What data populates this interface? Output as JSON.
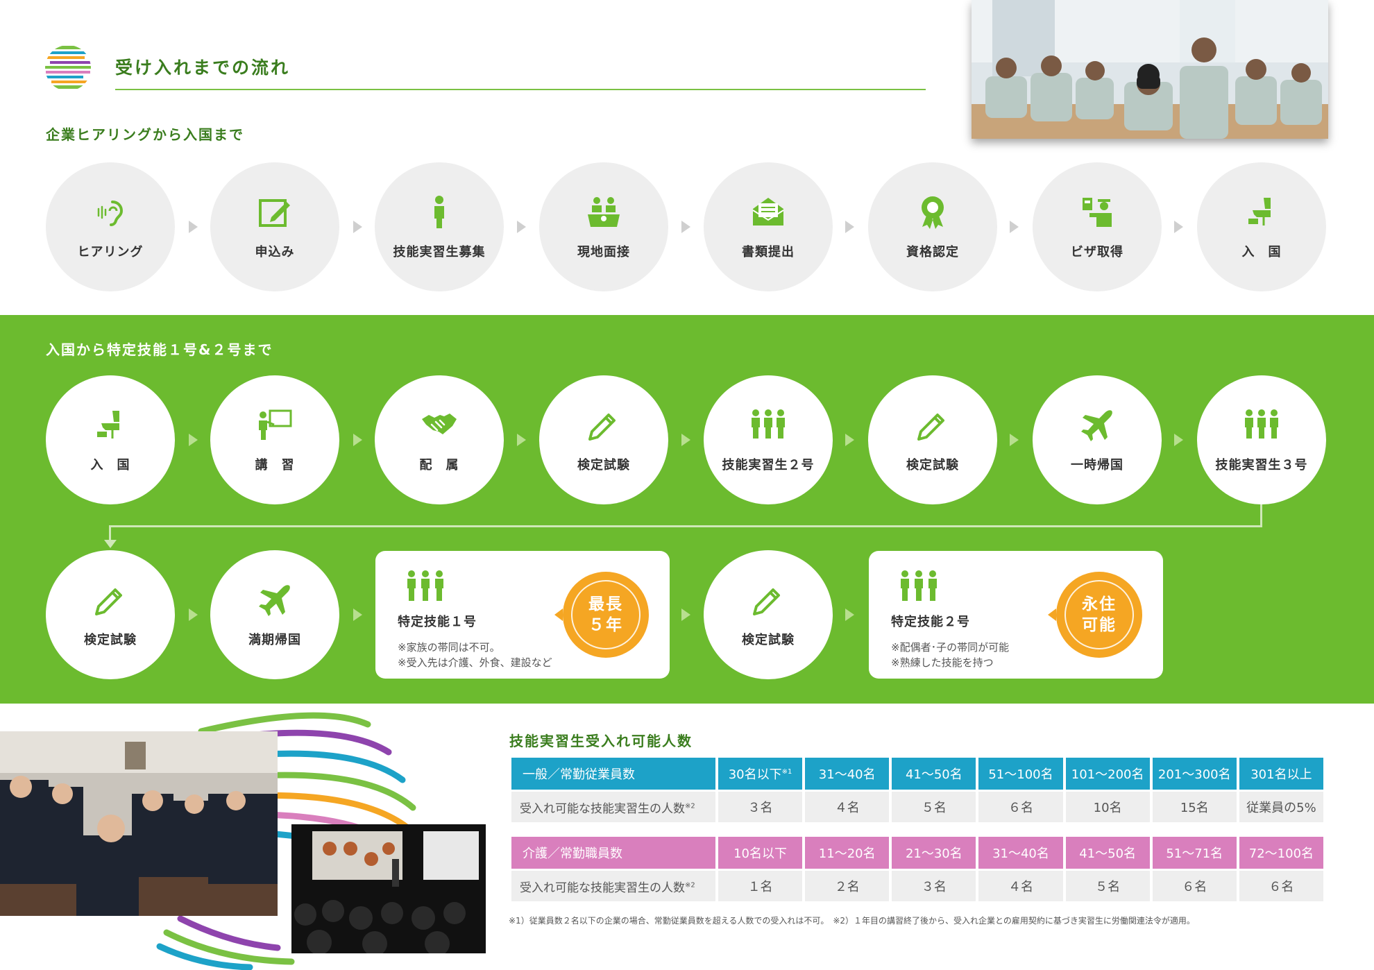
{
  "header": {
    "title": "受け入れまでの流れ",
    "subtitle_1": "企業ヒアリングから入国まで",
    "subtitle_2": "入国から特定技能１号&２号まで"
  },
  "flow1": [
    {
      "label": "ヒアリング",
      "icon": "ear-icon"
    },
    {
      "label": "申込み",
      "icon": "edit-icon"
    },
    {
      "label": "技能実習生募集",
      "icon": "person-icon"
    },
    {
      "label": "現地面接",
      "icon": "interview-icon"
    },
    {
      "label": "書類提出",
      "icon": "envelope-icon"
    },
    {
      "label": "資格認定",
      "icon": "award-icon"
    },
    {
      "label": "ビザ取得",
      "icon": "officer-icon"
    },
    {
      "label": "入　国",
      "icon": "seat-icon"
    }
  ],
  "flow2": [
    {
      "label": "入　国",
      "icon": "seat-icon"
    },
    {
      "label": "講　習",
      "icon": "lecture-icon"
    },
    {
      "label": "配　属",
      "icon": "handshake-icon"
    },
    {
      "label": "検定試験",
      "icon": "pencil-icon"
    },
    {
      "label": "技能実習生２号",
      "icon": "group-icon"
    },
    {
      "label": "検定試験",
      "icon": "pencil-icon"
    },
    {
      "label": "一時帰国",
      "icon": "airplane-icon"
    },
    {
      "label": "技能実習生３号",
      "icon": "group-icon"
    }
  ],
  "flow3": {
    "step1": {
      "label": "検定試験",
      "icon": "pencil-icon"
    },
    "step2": {
      "label": "満期帰国",
      "icon": "airplane-icon"
    },
    "card1": {
      "title": "特定技能１号",
      "note1": "※家族の帯同は不可。",
      "note2": "※受入先は介護、外食、建設など",
      "badge_line1": "最長",
      "badge_line2": "５年"
    },
    "step3": {
      "label": "検定試験",
      "icon": "pencil-icon"
    },
    "card2": {
      "title": "特定技能２号",
      "note1": "※配偶者･子の帯同が可能",
      "note2": "※熟練した技能を持つ",
      "badge_line1": "永住",
      "badge_line2": "可能"
    }
  },
  "table": {
    "title": "技能実習生受入れ可能人数",
    "general": {
      "header_label": "一般／常勤従業員数",
      "columns": [
        "30名以下",
        "31～40名",
        "41～50名",
        "51～100名",
        "101～200名",
        "201～300名",
        "301名以上"
      ],
      "first_col_mark": "※1",
      "row_label": "受入れ可能な技能実習生の人数",
      "row_mark": "※2",
      "values": [
        "３名",
        "４名",
        "５名",
        "６名",
        "10名",
        "15名",
        "従業員の5%"
      ]
    },
    "care": {
      "header_label": "介護／常勤職員数",
      "columns": [
        "10名以下",
        "11～20名",
        "21～30名",
        "31～40名",
        "41～50名",
        "51～71名",
        "72～100名"
      ],
      "row_label": "受入れ可能な技能実習生の人数",
      "row_mark": "※2",
      "values": [
        "１名",
        "２名",
        "３名",
        "４名",
        "５名",
        "６名",
        "６名"
      ]
    },
    "footnote": "※1）従業員数２名以下の企業の場合、常勤従業員数を超える人数での受入れは不可。　※2）１年目の講習終了後から、受入れ企業との雇用契約に基づき実習生に労働関連法令が適用。"
  },
  "colors": {
    "green": "#6cbb2f",
    "dark_green": "#3a7d1e",
    "orange": "#f5a623",
    "blue": "#1da2c8",
    "pink": "#d97fbd"
  }
}
